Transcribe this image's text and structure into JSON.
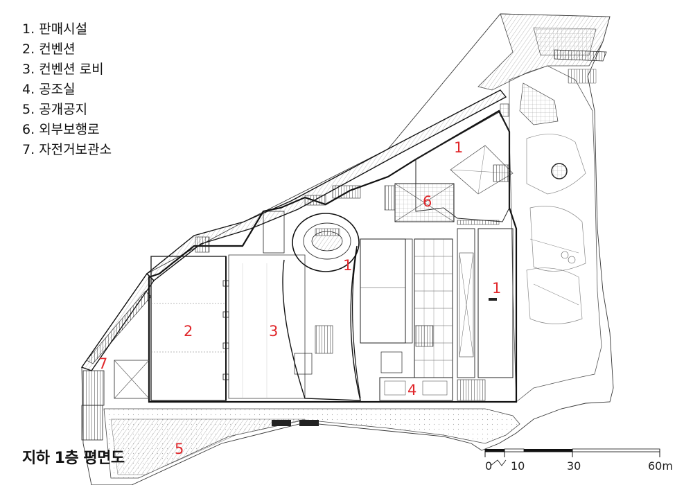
{
  "legend": {
    "items": [
      {
        "num": "1.",
        "label": "판매시설"
      },
      {
        "num": "2.",
        "label": "컨벤션"
      },
      {
        "num": "3.",
        "label": "컨벤션 로비"
      },
      {
        "num": "4.",
        "label": "공조실"
      },
      {
        "num": "5.",
        "label": "공개공지"
      },
      {
        "num": "6.",
        "label": "외부보행로"
      },
      {
        "num": "7.",
        "label": "자전거보관소"
      }
    ]
  },
  "plan": {
    "zone_color": "#e0262a",
    "zone_labels": [
      "1",
      "1",
      "1",
      "2",
      "3",
      "4",
      "5",
      "6",
      "7"
    ]
  },
  "title": "지하 1층 평면도",
  "scale": {
    "ticks": [
      "0",
      "10",
      "30",
      "60m"
    ]
  }
}
